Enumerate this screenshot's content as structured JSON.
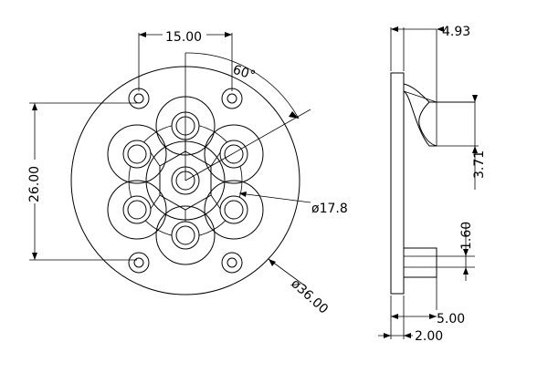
{
  "front_view": {
    "dim_top": "15.00",
    "dim_angle": "60°",
    "dim_left": "26.00",
    "dim_inner_dia": "ø17.8",
    "dim_outer_dia": "ø36.00"
  },
  "side_view": {
    "dim_top": "4.93",
    "dim_mid": "3.71",
    "dim_pin": "1.60",
    "dim_pin_len": "5.00",
    "dim_base": "2.00"
  }
}
